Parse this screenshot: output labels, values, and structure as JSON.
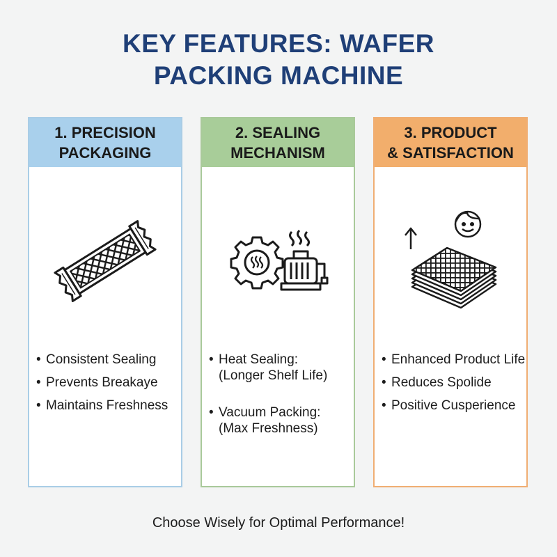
{
  "title": {
    "line1": "KEY FEATURES: WAFER",
    "line2": "PACKING MACHINE"
  },
  "cards": [
    {
      "heading_line1": "1. PRECISION",
      "heading_line2": "PACKAGING",
      "icon": "wafer-bar-icon",
      "color": "#a9d0ec",
      "bullets": [
        "Consistent Sealing",
        "Prevents Breakaye",
        "Maintains Freshness"
      ]
    },
    {
      "heading_line1": "2. SEALING",
      "heading_line2": "MECHANISM",
      "icon": "gear-heat-sealer-icon",
      "color": "#a8cd99",
      "bullets": [
        {
          "main": "Heat Sealing:",
          "sub": "(Longer Shelf Life)"
        },
        {
          "main": "Vacuum Packing:",
          "sub": "(Max Freshness)"
        }
      ]
    },
    {
      "heading_line1": "3. PRODUCT",
      "heading_line2": "& SATISFACTION",
      "icon": "wafer-stack-smiley-icon",
      "color": "#f2ae6c",
      "bullets": [
        "Enhanced Product Life",
        "Reduces Spolide",
        "Positive Cusperience"
      ]
    }
  ],
  "bullet_symbol": "•",
  "footer": "Choose Wisely for Optimal Performance!"
}
